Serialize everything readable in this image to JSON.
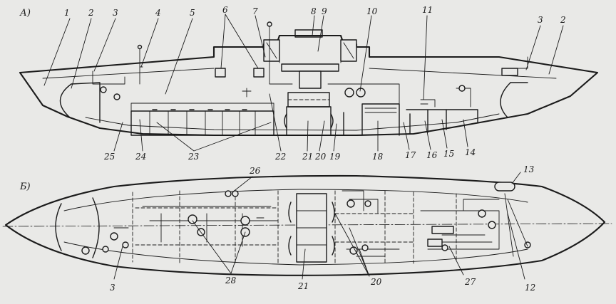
{
  "sections": {
    "top": "А)",
    "bottom": "Б)"
  },
  "labels_top": [
    "1",
    "2",
    "3",
    "4",
    "5",
    "6",
    "7",
    "8",
    "9",
    "10",
    "11",
    "3",
    "2",
    "25",
    "24",
    "23",
    "22",
    "21",
    "20",
    "19",
    "18",
    "17",
    "16",
    "15",
    "14"
  ],
  "labels_bottom": [
    "26",
    "13",
    "3",
    "28",
    "21",
    "20",
    "27",
    "12"
  ]
}
